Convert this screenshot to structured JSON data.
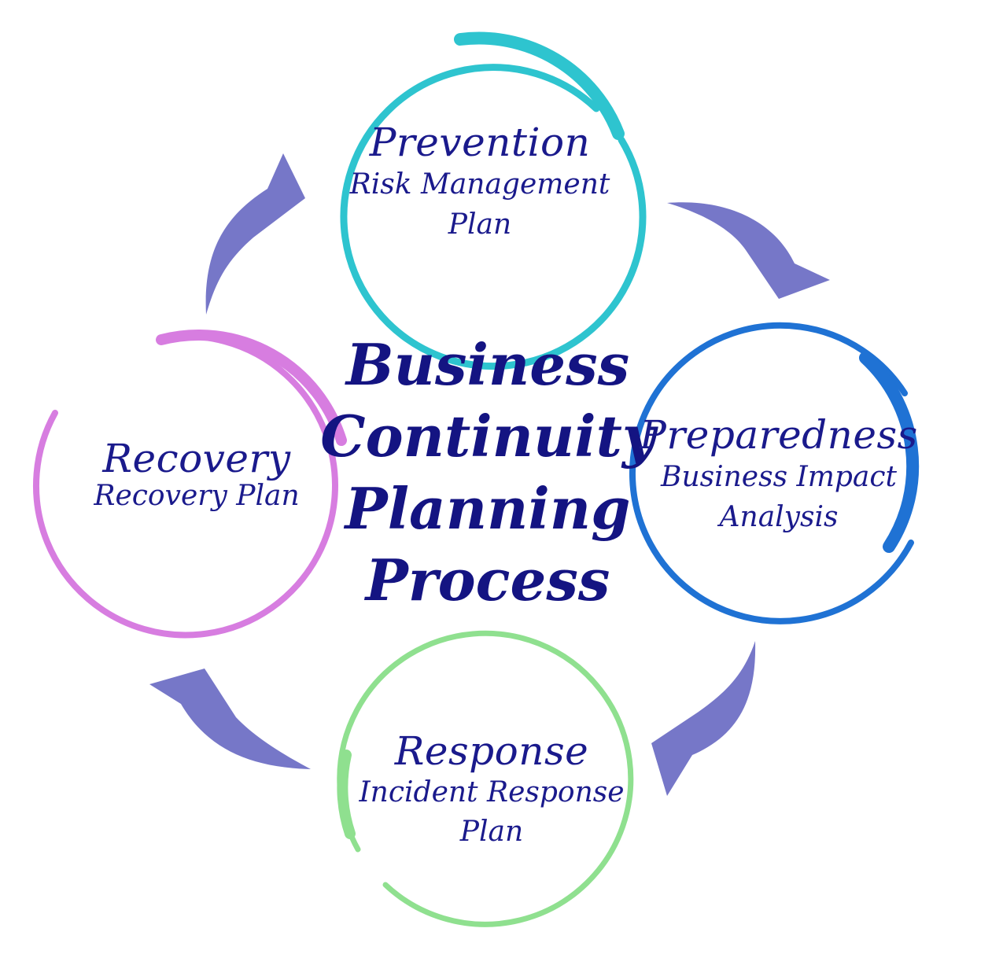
{
  "diagram": {
    "title_lines": [
      "Business",
      "Continuity",
      "Planning",
      "Process"
    ],
    "stages": [
      {
        "key": "prevention",
        "title": "Prevention",
        "subtitle_lines": [
          "Risk Management",
          "Plan"
        ],
        "ring_color": "#2ec4cf"
      },
      {
        "key": "preparedness",
        "title": "Preparedness",
        "subtitle_lines": [
          "Business Impact",
          "Analysis"
        ],
        "ring_color": "#1f72d4"
      },
      {
        "key": "response",
        "title": "Response",
        "subtitle_lines": [
          "Incident Response",
          "Plan"
        ],
        "ring_color": "#8fe08f"
      },
      {
        "key": "recovery",
        "title": "Recovery",
        "subtitle_lines": [
          "Recovery Plan"
        ],
        "ring_color": "#d77de0"
      }
    ],
    "flow": [
      "prevention",
      "preparedness",
      "response",
      "recovery",
      "prevention"
    ],
    "arrow_color": "#7677c8",
    "text_color": "#1a1a8c"
  }
}
